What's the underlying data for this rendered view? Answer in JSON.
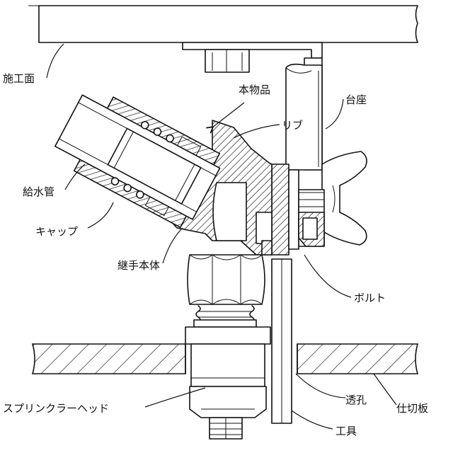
{
  "labels": {
    "construction_surface": "施工面",
    "product": "本物品",
    "rib": "リブ",
    "mount": "台座",
    "water_pipe": "給水管",
    "cap": "キャップ",
    "joint_body": "継手本体",
    "bolt": "ボルト",
    "sprinkler_head": "スプリンクラーヘッド",
    "through_hole": "透孔",
    "partition_plate": "仕切板",
    "tool": "工具"
  }
}
